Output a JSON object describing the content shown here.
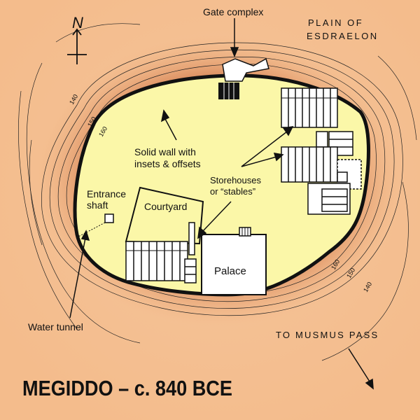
{
  "map": {
    "title": "MEGIDDO – c. 840 BCE",
    "north_label": "N",
    "labels": {
      "gate_complex": "Gate complex",
      "plain_line1": "PLAIN OF",
      "plain_line2": "ESDRAELON",
      "wall_line1": "Solid wall with",
      "wall_line2": "insets & offsets",
      "storehouses_line1": "Storehouses",
      "storehouses_line2": "or “stables”",
      "entrance_line1": "Entrance",
      "entrance_line2": "shaft",
      "courtyard": "Courtyard",
      "palace": "Palace",
      "water_tunnel": "Water tunnel",
      "musmus": "TO MUSMUS PASS"
    },
    "contours": [
      "140",
      "150",
      "160",
      "160",
      "150",
      "140"
    ],
    "colors": {
      "background": "#f2b888",
      "mound_shadow": "#d9875a",
      "city_fill": "#fbf7a8",
      "wall": "#111111"
    },
    "icons": [
      "north-arrow-icon"
    ]
  }
}
